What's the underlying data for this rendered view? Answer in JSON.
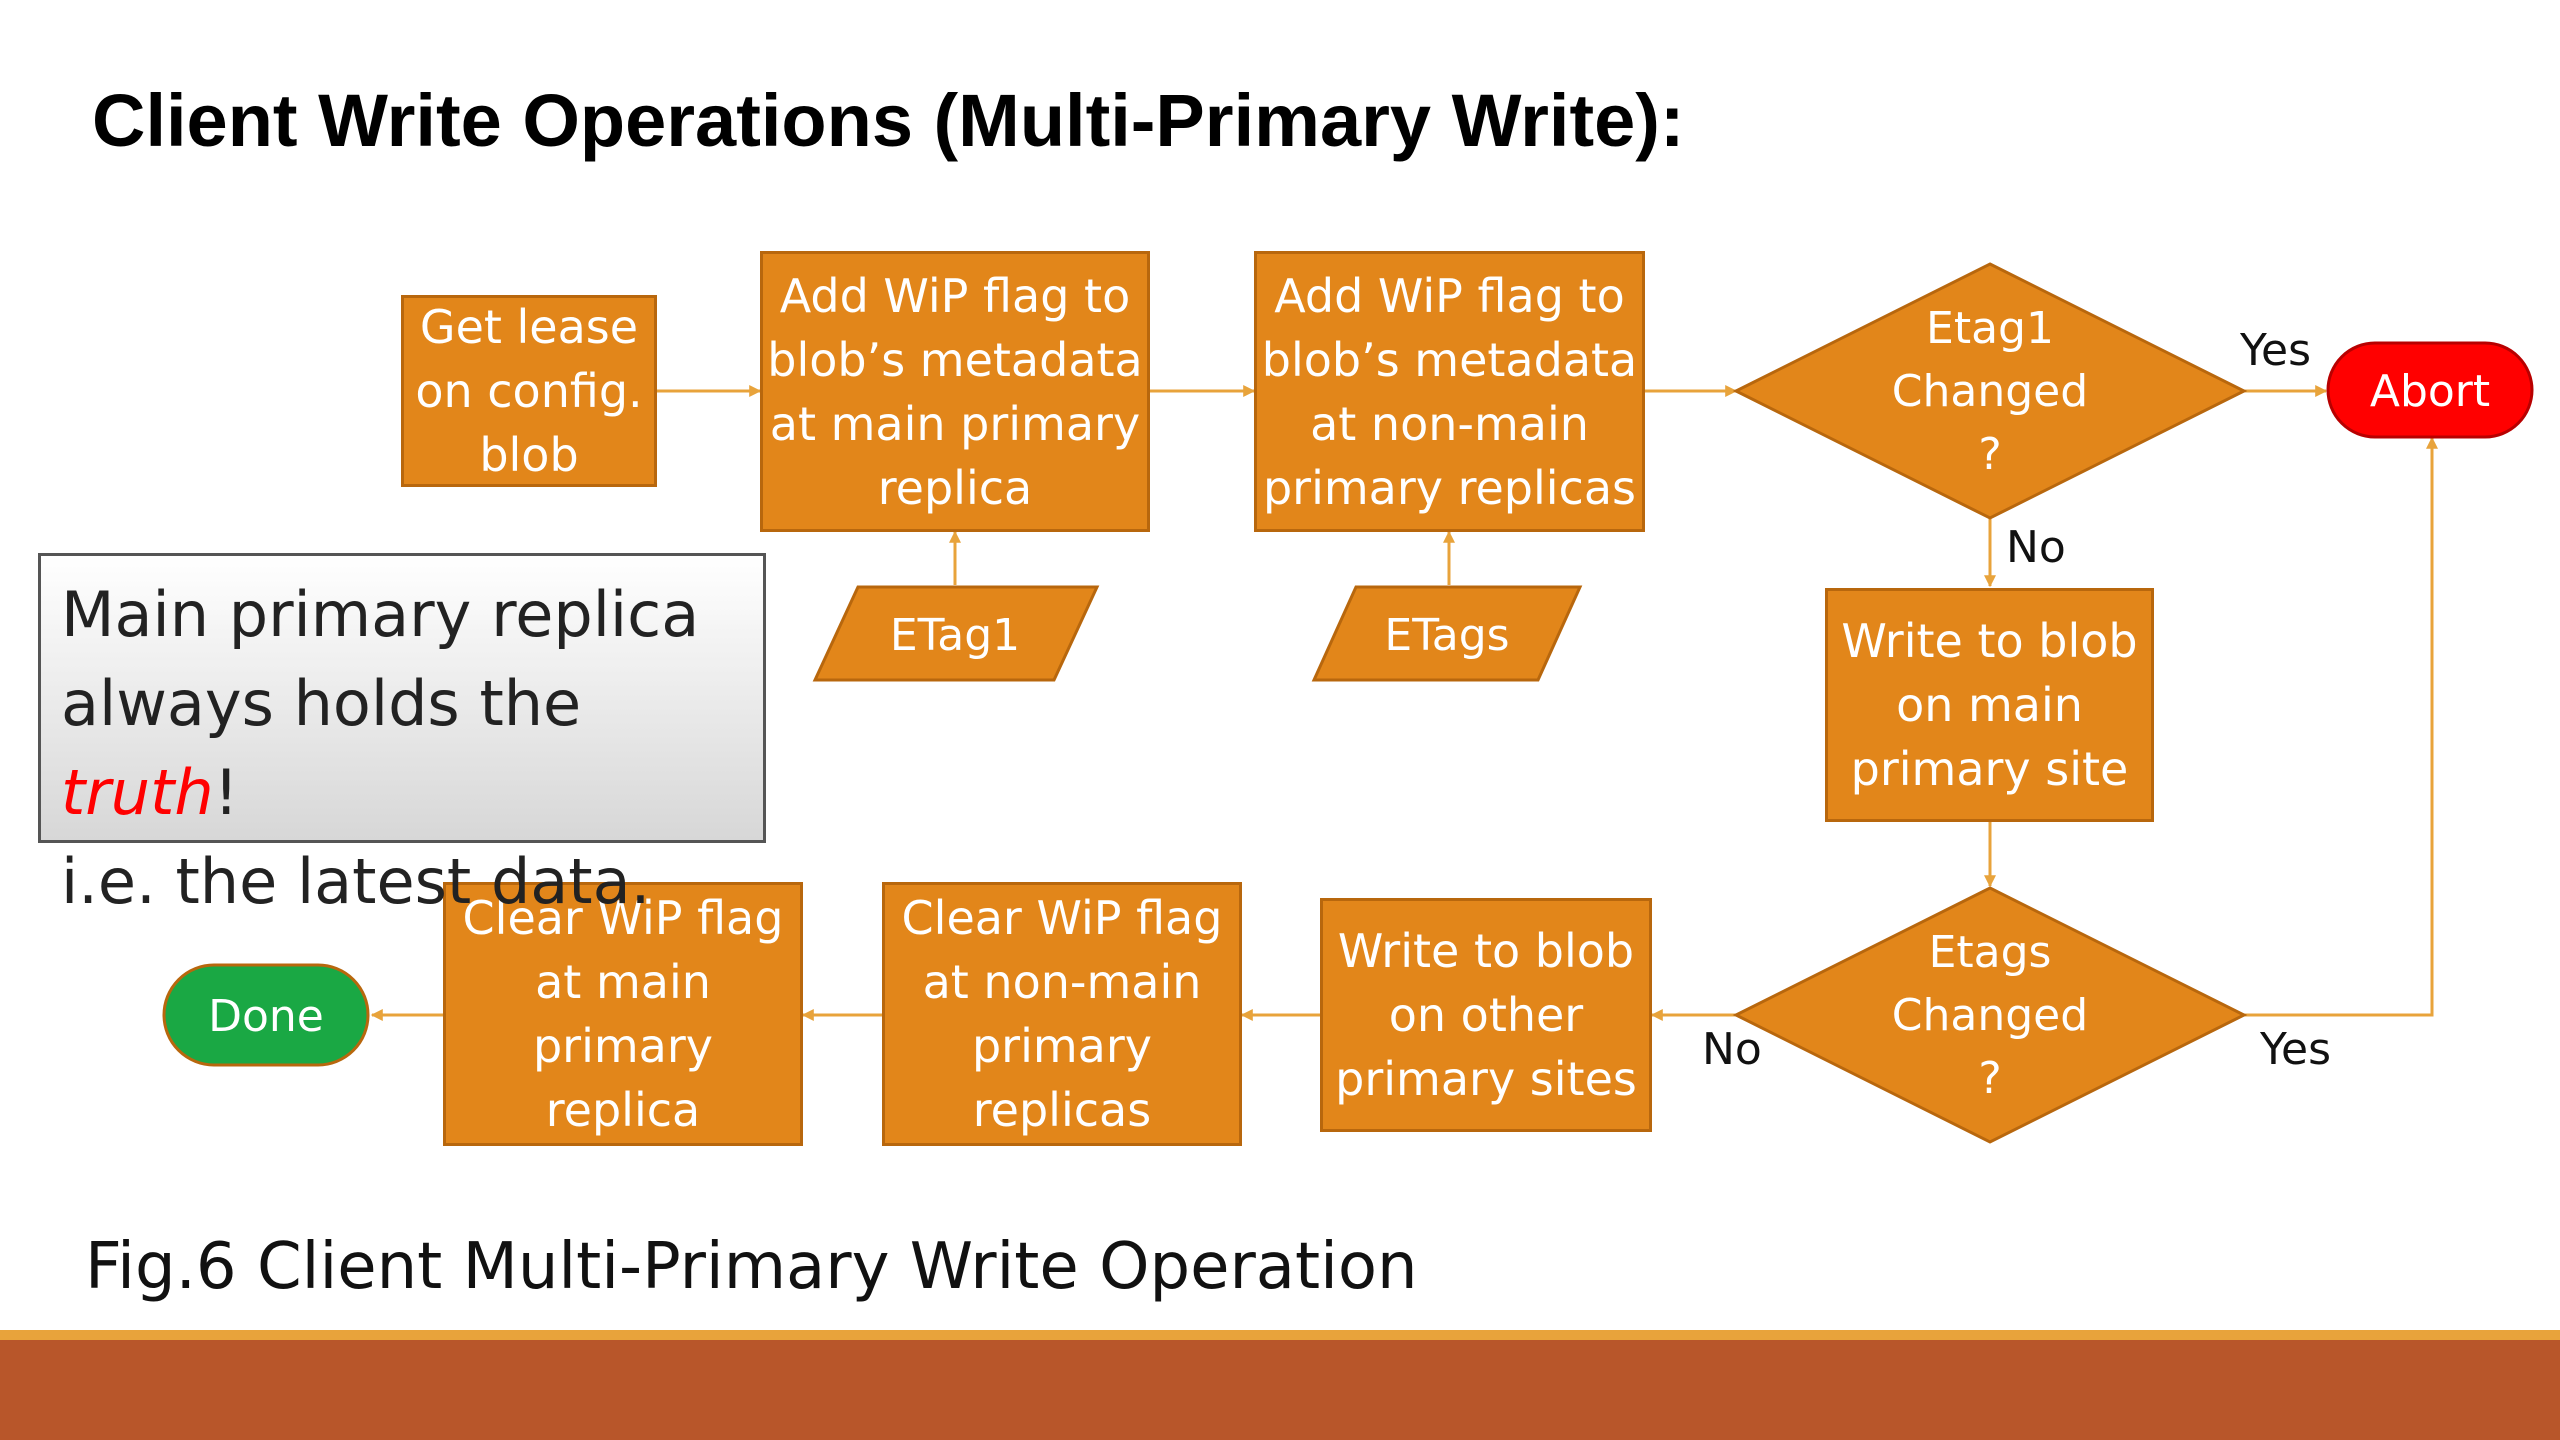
{
  "title": "Client Write Operations (Multi-Primary Write):",
  "caption": "Fig.6 Client Multi-Primary Write Operation",
  "note": {
    "line1": "Main primary replica",
    "line2_prefix": "always holds the ",
    "line2_emphasis": "truth",
    "line2_suffix": "!",
    "line3": "i.e. the latest data."
  },
  "nodes": {
    "get_lease": [
      "Get lease",
      "on config.",
      "blob"
    ],
    "add_wip_main": [
      "Add WiP flag to",
      "blob’s metadata",
      "at main primary",
      "replica"
    ],
    "add_wip_nonmain": [
      "Add WiP flag to",
      "blob’s metadata",
      "at non-main",
      "primary replicas"
    ],
    "etag1_changed": [
      "Etag1",
      "Changed",
      "?"
    ],
    "abort": "Abort",
    "etag1_input": "ETag1",
    "etags_input": "ETags",
    "write_main": [
      "Write to blob",
      "on main",
      "primary site"
    ],
    "etags_changed": [
      "Etags",
      "Changed",
      "?"
    ],
    "write_other": [
      "Write to blob",
      "on other",
      "primary sites"
    ],
    "clear_nonmain": [
      "Clear WiP flag",
      "at non-main",
      "primary",
      "replicas"
    ],
    "clear_main": [
      "Clear WiP flag",
      "at main",
      "primary",
      "replica"
    ],
    "done": "Done"
  },
  "edge_labels": {
    "yes1": "Yes",
    "no1": "No",
    "no2": "No",
    "yes2": "Yes"
  },
  "colors": {
    "process": "#e2861a",
    "abort": "#ff0000",
    "done": "#1aa844",
    "connector": "#e8a33b",
    "footer": "#b8562a"
  }
}
